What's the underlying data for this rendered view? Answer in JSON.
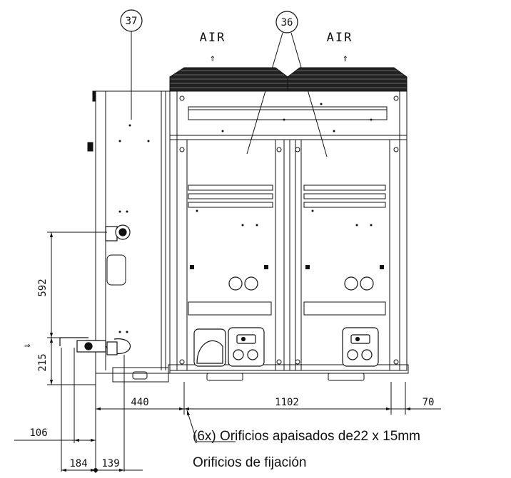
{
  "callouts": {
    "unit_body": "37",
    "fans": "36"
  },
  "airflow": {
    "left_label": "AIR",
    "right_label": "AIR",
    "arrow_glyph": "⇑"
  },
  "inlet": {
    "arrow_glyph": "⇒"
  },
  "dimensions": {
    "height_upper": "592",
    "height_lower": "215",
    "width_left": "440",
    "width_main": "1102",
    "width_right": "70",
    "offset_a": "106",
    "offset_b": "184",
    "offset_c": "139"
  },
  "notes": {
    "slots": "(6x) Orificios apaisados de22 x 15mm",
    "fixing": "Orificios de fijación"
  }
}
